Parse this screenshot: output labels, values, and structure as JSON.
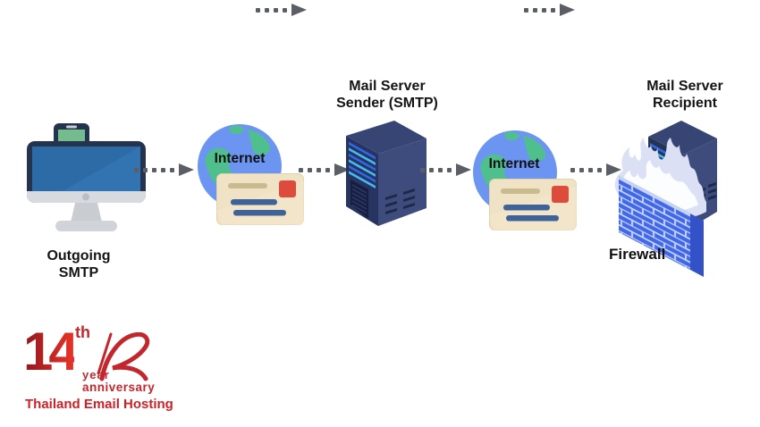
{
  "diagram": {
    "description": "Outgoing SMTP email delivery flow",
    "nodes": {
      "client": {
        "label_line1": "Outgoing",
        "label_line2": "SMTP"
      },
      "internet1": {
        "label": "Internet"
      },
      "mail_sender": {
        "label_line1": "Mail Server",
        "label_line2": "Sender (SMTP)"
      },
      "internet2": {
        "label": "Internet"
      },
      "mail_recipient": {
        "label_line1": "Mail Server",
        "label_line2": "Recipient"
      },
      "firewall": {
        "label": "Firewall"
      }
    },
    "flow": [
      "Outgoing SMTP",
      "Internet",
      "Mail Server Sender (SMTP)",
      "Internet",
      "Firewall",
      "Mail Server Recipient"
    ]
  },
  "logo": {
    "number": "14",
    "ordinal_suffix": "th",
    "year_text": "year",
    "anniversary_text": "anniversary",
    "brand": "Thailand Email Hosting"
  },
  "colors": {
    "background": "#ffffff",
    "label_text": "#141414",
    "arrow_gray": "#5a5f66",
    "globe_blue": "#6C95F2",
    "continent_green": "#4FC08D",
    "envelope_cream": "#F0E2C4",
    "envelope_stamp_red": "#DC4B3B",
    "envelope_line_blue": "#3E6399",
    "monitor_frame_navy": "#24344E",
    "monitor_screen_blue": "#2D6BA6",
    "tablet_screen_green": "#74BC8D",
    "phone_screen_amber": "#E8A93E",
    "server_navy": "#3D4B7D",
    "server_stripe_blue": "#2E68E4",
    "server_stripe_cyan": "#43BAF2",
    "firewall_brick_blue": "#4168E8",
    "firewall_mortar": "#C6D2F2",
    "flame_lavender": "#DBE0F5",
    "logo_red": "#C1272D"
  }
}
